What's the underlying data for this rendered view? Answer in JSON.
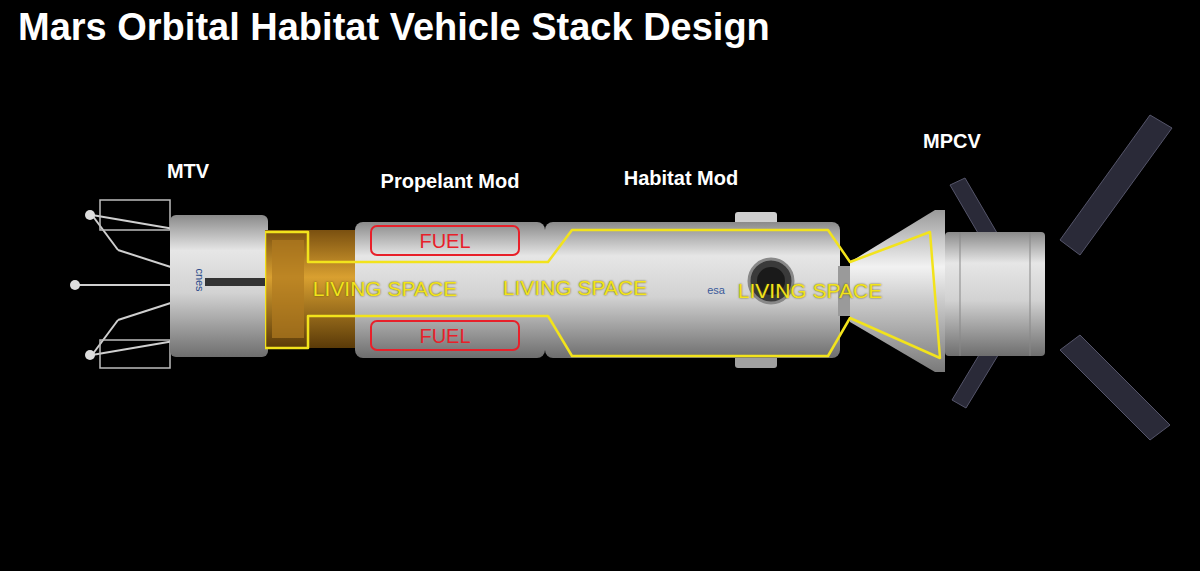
{
  "diagram": {
    "title": "Mars Orbital Habitat Vehicle Stack Design",
    "nodes": [
      {
        "text": [
          "FUEL"
        ]
      },
      {
        "text": [
          "LIVING SPACE",
          "LIVING SPACE",
          "LIVING SPACE"
        ]
      },
      {
        "text": [
          "FUEL"
        ]
      }
    ],
    "labels": [
      "MTV",
      "Propelant Mod",
      "Habitat Mod",
      "MPCV",
      "cnes",
      "esa"
    ]
  }
}
